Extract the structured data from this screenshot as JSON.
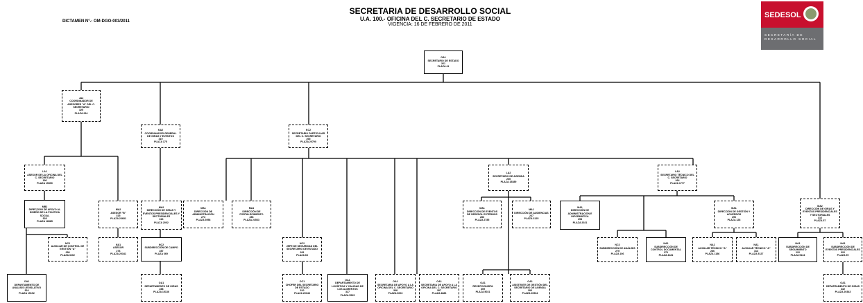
{
  "header": {
    "title": "SECRETARIA DE DESARROLLO SOCIAL",
    "subtitle": "U.A. 100.- OFICINA DEL C. SECRETARIO DE ESTADO",
    "vigencia": "VIGENCIA: 16 DE FEBRERO DE 2011",
    "dictamen": "DICTAMEN N°.- OM-DGO-003/2011"
  },
  "logo": {
    "brand": "SEDESOL",
    "subtitle": "SECRETARÍA DE DESARROLLO SOCIAL"
  },
  "org": {
    "nodes": [
      {
        "id": "secretario",
        "text": "OA1\nSECRETARIO DE ESTADO\n261\nPLAZA 41",
        "solid": true
      },
      {
        "id": "coord-asesores",
        "text": "JA2\nCOORDINADOR DE ASESORES \"A\" DEL C. SECRETARIO\n325\nPLAZA 234"
      },
      {
        "id": "coord-giras",
        "text": "KA2\nCOORDINADOR GENERAL DE GIRAS Y EVENTOS\n319\nPLAZA 175"
      },
      {
        "id": "sec-particular",
        "text": "KC2\nSECRETARIO PARTICULAR DEL C. SECRETARIO\n265\nPLAZA 20790"
      },
      {
        "id": "asesor-oficina",
        "text": "LA1\nASESOR DE LA OFICINA DEL C. SECRETARIO\n196\nPLAZA 15390"
      },
      {
        "id": "dir-politica",
        "text": "MB2\nDIRECCIÓN DE APOYO AL DISEÑO DE LA POLÍTICA SOCIAL\n328\nPLAZA 18385",
        "solid": true
      },
      {
        "id": "asesor-b",
        "text": "MA2\nASESOR \"B\"\n315\nPLAZA 23681"
      },
      {
        "id": "aux-control",
        "text": "NC2\nAUXILIAR DE CONTROL DE GESTIÓN \"A\"\n258\nPLAZA 3202"
      },
      {
        "id": "asesor-na1",
        "text": "NA1\nASESOR\n276\nPLAZA 20341"
      },
      {
        "id": "dept-legislativo",
        "text": "OA1\nDEPARTAMENTO DE ANÁLISIS LEGISLATIVO\n324\nPLAZA 15192",
        "solid": true
      },
      {
        "id": "dir-giras-eventos",
        "text": "MA2\nDIRECCIÓN DE GIRAS Y EVENTOS PRESIDENCIALES Y SECTORIALES\n316\nPLAZA 2002"
      },
      {
        "id": "sub-campo",
        "text": "NC2\nSUBDIRECCIÓN DE CAMPO\n287\nPLAZA 669",
        "solid": true
      },
      {
        "id": "dept-giras",
        "text": "OA1\nDEPARTAMENTO DE GIRAS\n288\nPLAZA 15136"
      },
      {
        "id": "dir-admin",
        "text": "MA1\nDIRECCIÓN DE ADMINISTRACIÓN\n273\nPLAZA 6958"
      },
      {
        "id": "dir-fortalecimiento",
        "text": "MA1\nDIRECCIÓN DE FORTALECIMIENTO\n286\nPLAZA 24533"
      },
      {
        "id": "jefe-seguridad",
        "text": "NC2\nJEFE DE SEGURIDAD DEL SECRETARIO DE ESTADO\n281\nPLAZA 63"
      },
      {
        "id": "chofer",
        "text": "OC1\nCHOFER DEL SECRETARIO DE ESTADO\n310\nPLAZA 20343"
      },
      {
        "id": "dept-logistica",
        "text": "OA1\nDEPARTAMENTO DE LOGÍSTICA Y CALIDAD DE LOS ALIMENTOS\n327\nPLAZA 5515",
        "solid": true
      },
      {
        "id": "sec-apoyo-1",
        "text": "OA1\nSECRETARIA DE APOYO A LA OFICINA DEL C. SECRETARIO\n308\nPLAZA 6003"
      },
      {
        "id": "sec-apoyo-2",
        "text": "OA1\nSECRETARIA DE APOYO A LA OFICINA DEL C. SECRETARIO\n307\nPLAZA 4886"
      },
      {
        "id": "sec-agenda",
        "text": "LA2\nSECRETARIO DE AGENDA\n265\nPLAZA 15389"
      },
      {
        "id": "dir-eventos-sedesol",
        "text": "MA1\nDIRECCIÓN DE EVENTOS DE SEDESOL EXTERNOS\n283\nPLAZA 2785"
      },
      {
        "id": "dir-audiencias",
        "text": "MA1\nDIRECCIÓN DE AUDIENCIAS\n247\nPLAZA 3125"
      },
      {
        "id": "recepcionista",
        "text": "OA1\nRECEPCIONISTA\n309\nPLAZA 5031"
      },
      {
        "id": "asistente-gestion",
        "text": "OA1\nASISTENTE DE GESTIÓN DEL SECRETARIO DE AGENDA\n306\nPLAZA 20534"
      },
      {
        "id": "sec-tecnico",
        "text": "LA2\nSECRETARIO TÉCNICO DEL C. SECRETARIO\n264\nPLAZA 1777"
      },
      {
        "id": "dir-admin-info",
        "text": "MA1\nDIRECCIÓN DE ADMINISTRACIÓN E INFORMÁTICA\n298\nPLAZA 2021",
        "solid": true
      },
      {
        "id": "dir-gestion",
        "text": "MA1\nDIRECCIÓN DE GESTIÓN Y ACUERDOS\n296\nPLAZA 128"
      },
      {
        "id": "sub-analisis",
        "text": "NC2\nSUBDIRECCIÓN DE ANÁLISIS\n275\nPLAZA 106"
      },
      {
        "id": "sub-control-doc",
        "text": "NA1\nSUBDIRECCIÓN DE CONTROL DOCUMENTAL\n270\nPLAZA 4181",
        "solid": true
      },
      {
        "id": "aux-tecnico-1",
        "text": "NA1\nAUXILIAR TÉCNICO \"A\"\n286\nPLAZA 1186"
      },
      {
        "id": "aux-tecnico-2",
        "text": "NA1\nAUXILIAR TÉCNICO \"A\"\n313\nPLAZA 5127"
      },
      {
        "id": "dir-giras-2",
        "text": "MA2\nDIRECCIÓN DE GIRAS Y EVENTOS PRESIDENCIALES Y SECTORIALES\n316\nPLAZA 57"
      },
      {
        "id": "sub-seguimiento",
        "text": "NA1\nSUBDIRECCIÓN DE SEGUIMIENTO\n222\nPLAZA 5134",
        "solid": true
      },
      {
        "id": "sub-eventos-pres",
        "text": "NA1\nSUBDIRECCIÓN DE EVENTOS PRESIDENCIALES\n322\nPLAZA 99"
      },
      {
        "id": "dept-giras-2",
        "text": "OA1\nDEPARTAMENTO DE GIRAS\n332\nPLAZA 20343"
      }
    ]
  }
}
